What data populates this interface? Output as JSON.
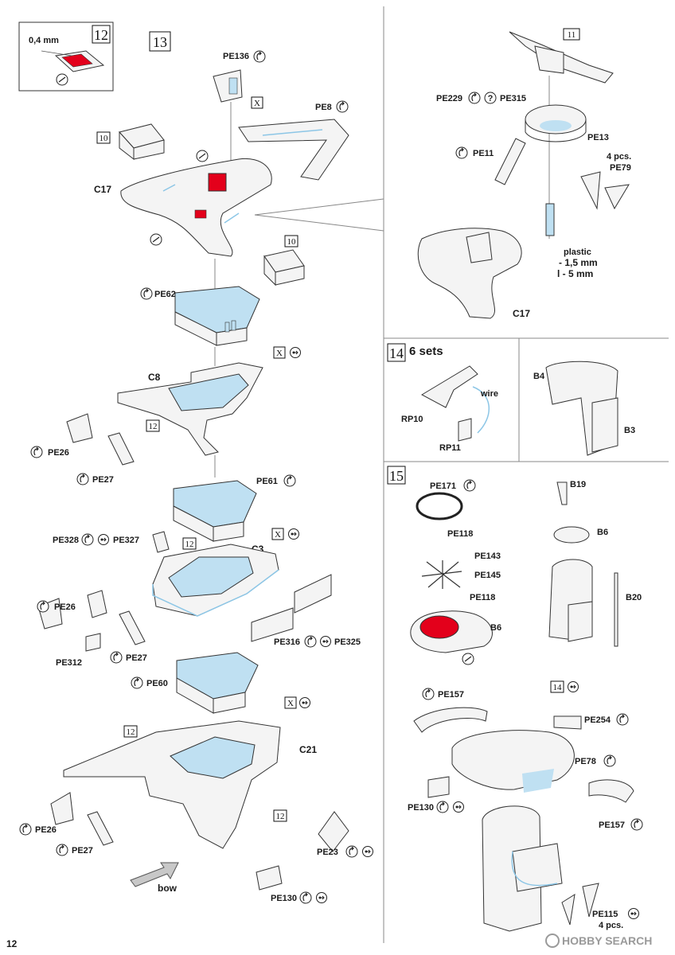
{
  "page_number": "12",
  "watermark": "HOBBY SEARCH",
  "steps": {
    "s12": {
      "num": "12",
      "dim": "0,4 mm"
    },
    "s13": {
      "num": "13"
    },
    "s11": {
      "num": "11"
    },
    "s14": {
      "num": "14",
      "sets": "6 sets"
    },
    "s15": {
      "num": "15"
    }
  },
  "refs": {
    "r10": "10",
    "r12": "12",
    "r14": "14",
    "rX": "X"
  },
  "labels": {
    "pe136": "PE136",
    "pe8": "PE8",
    "c17": "C17",
    "pe62": "PE62",
    "c8": "C8",
    "pe26": "PE26",
    "pe27": "PE27",
    "pe61": "PE61",
    "pe328": "PE328",
    "pe327": "PE327",
    "c3": "C3",
    "pe312": "PE312",
    "pe316": "PE316",
    "pe325": "PE325",
    "pe60": "PE60",
    "c21": "C21",
    "pe23": "PE23",
    "pe130": "PE130",
    "bow": "bow",
    "pe229": "PE229",
    "pe315": "PE315",
    "pe13": "PE13",
    "pe11": "PE11",
    "pcs4": "4 pcs.",
    "pe79": "PE79",
    "plastic": "plastic",
    "dia": "- 1,5 mm",
    "len": "l - 5 mm",
    "rp10": "RP10",
    "rp11": "RP11",
    "wire": "wire",
    "b4": "B4",
    "b3": "B3",
    "pe171": "PE171",
    "pe118": "PE118",
    "pe143": "PE143",
    "pe145": "PE145",
    "b6": "B6",
    "b19": "B19",
    "b20": "B20",
    "pe157": "PE157",
    "pe254": "PE254",
    "pe78": "PE78",
    "pe115": "PE115"
  },
  "colors": {
    "accent_red": "#e3001b",
    "part_blue": "#bfe0f2",
    "line": "#333333"
  }
}
